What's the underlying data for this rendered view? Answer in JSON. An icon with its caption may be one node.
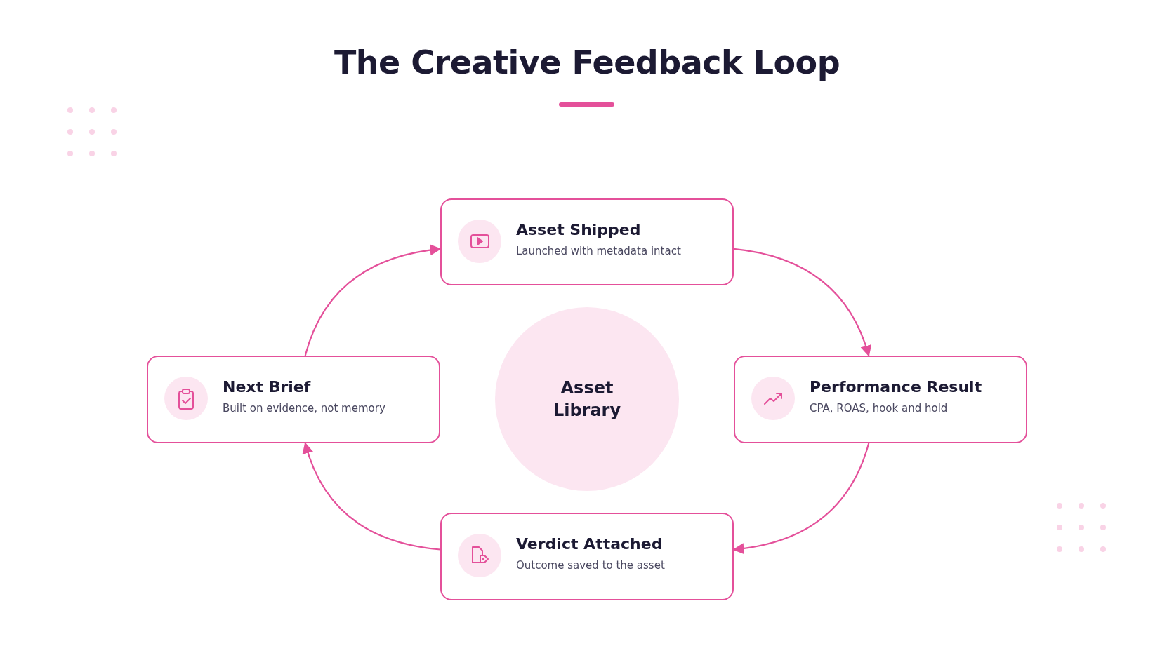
{
  "diagram": {
    "title": "The Creative Feedback Loop",
    "nodes": [
      {
        "text": [
          "Asset Shipped",
          "Launched with metadata intact"
        ]
      },
      {
        "text": [
          "Next Brief",
          "Built on evidence, not memory"
        ]
      },
      {
        "text": [
          "Asset Library"
        ]
      },
      {
        "text": [
          "Performance Result",
          "CPA, ROAS, hook and hold"
        ]
      },
      {
        "text": [
          "Verdict Attached",
          "Outcome saved to the asset"
        ]
      }
    ],
    "edges": [
      {
        "from": 0,
        "to": 3,
        "arrow": "to"
      },
      {
        "from": 3,
        "to": 4,
        "arrow": "to"
      },
      {
        "from": 4,
        "to": 1,
        "arrow": "to"
      },
      {
        "from": 1,
        "to": 0,
        "arrow": "to"
      }
    ]
  }
}
